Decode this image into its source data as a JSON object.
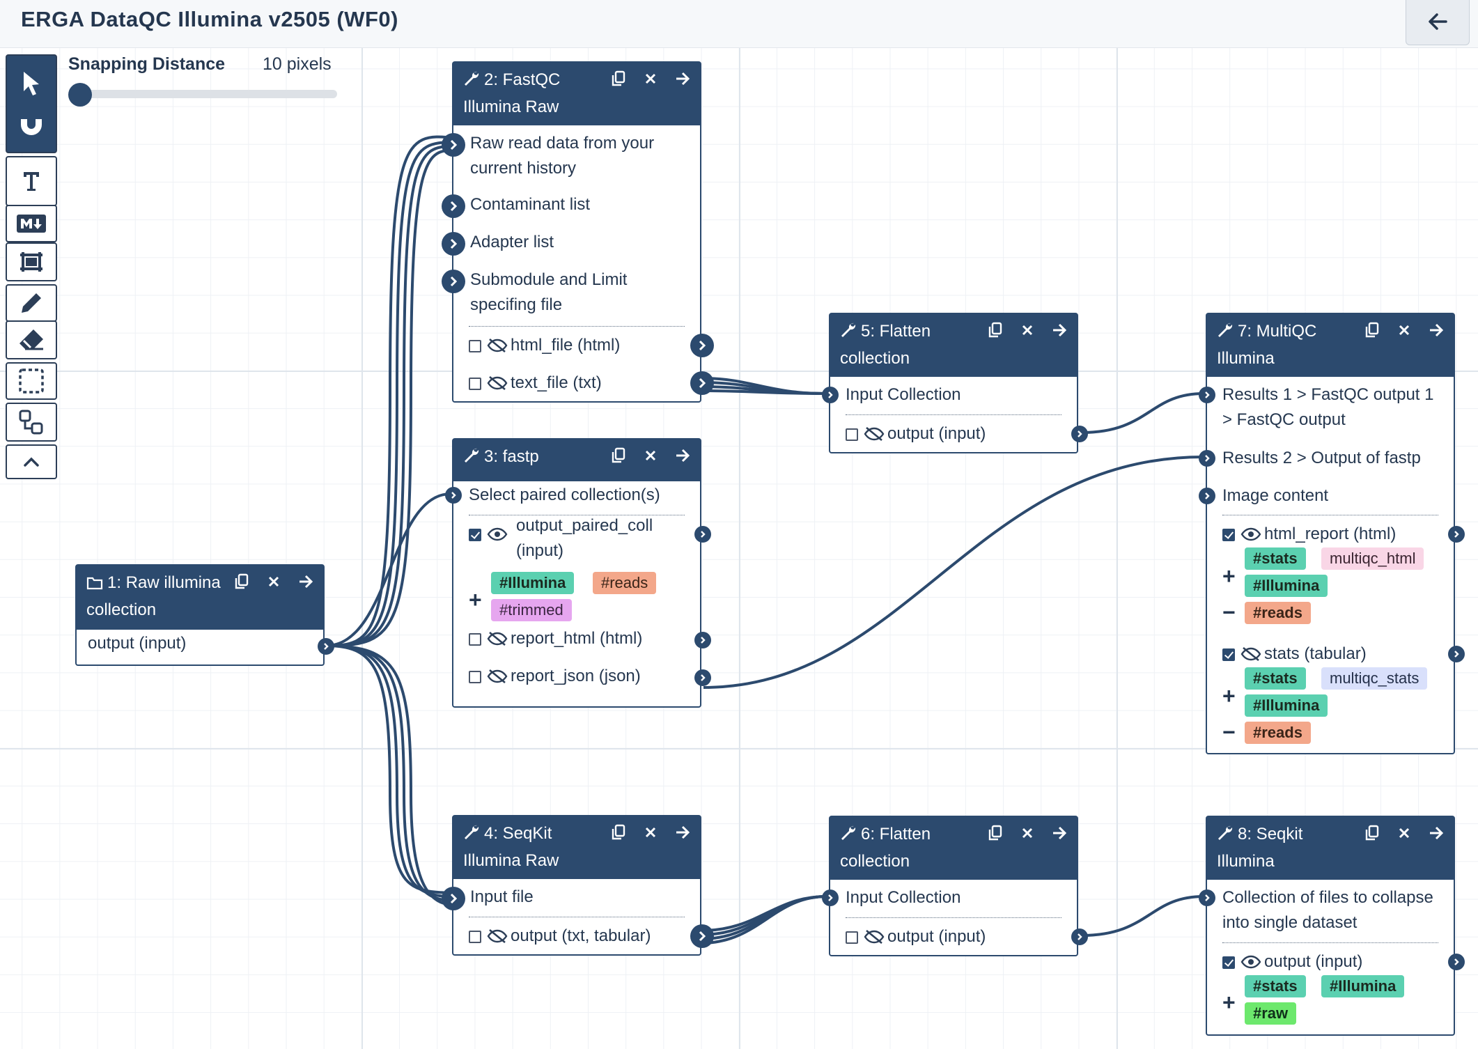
{
  "app": {
    "title": "ERGA DataQC Illumina v2505 (WF0)"
  },
  "toolbar": {
    "items": [
      "pointer-icon",
      "magnet-icon",
      "text-icon",
      "markdown-icon",
      "frame-icon",
      "pen-icon",
      "eraser-icon",
      "select-box-icon",
      "auto-layout-icon",
      "collapse-icon"
    ]
  },
  "snap": {
    "label": "Snapping Distance",
    "value": "10 pixels",
    "level": 0.0
  },
  "colors": {
    "node_header": "#2c4a6e",
    "wire": "#2c4a6e",
    "tag_green": "#5bd0b0",
    "tag_orange": "#f3a78a",
    "tag_purple": "#e6a6ef",
    "tag_pink": "#f9d6e6",
    "tag_lavender": "#d9e0fb",
    "tag_lime": "#6de86d"
  },
  "nodes": {
    "n1": {
      "title": "1: Raw illumina collection",
      "output": "output (input)"
    },
    "n2": {
      "title": "2: FastQC Illumina Raw",
      "in1": "Raw read data from your current history",
      "in2": "Contaminant list",
      "in3": "Adapter list",
      "in4": "Submodule and Limit specifing file",
      "out1": "html_file (html)",
      "out2": "text_file (txt)"
    },
    "n3": {
      "title": "3: fastp",
      "in1": "Select paired collection(s)",
      "out1": "output_paired_coll (input)",
      "out1_tags": [
        "#Illumina",
        "#reads",
        "#trimmed"
      ],
      "out2": "report_html (html)",
      "out3": "report_json (json)"
    },
    "n4": {
      "title": "4: SeqKit Illumina Raw",
      "in1": "Input file",
      "out1": "output (txt, tabular)"
    },
    "n5": {
      "title": "5: Flatten collection",
      "in1": "Input Collection",
      "out1": "output (input)"
    },
    "n6": {
      "title": "6: Flatten collection",
      "in1": "Input Collection",
      "out1": "output (input)"
    },
    "n7": {
      "title": "7: MultiQC Illumina",
      "in1": "Results 1 > FastQC output 1 > FastQC output",
      "in2": "Results 2 > Output of fastp",
      "in3": "Image content",
      "out1": "html_report (html)",
      "out1_tags": [
        "#stats",
        "multiqc_html",
        "#Illumina",
        "#reads"
      ],
      "out2": "stats (tabular)",
      "out2_tags": [
        "#stats",
        "multiqc_stats",
        "#Illumina",
        "#reads"
      ]
    },
    "n8": {
      "title": "8: Seqkit Illumina",
      "in1": "Collection of files to collapse into single dataset",
      "out1": "output (input)",
      "out1_tags": [
        "#stats",
        "#Illumina",
        "#raw"
      ]
    }
  }
}
